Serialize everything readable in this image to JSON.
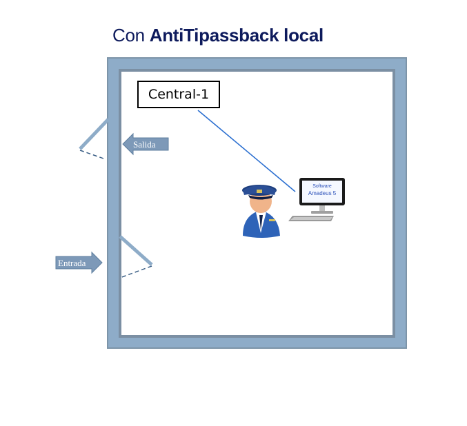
{
  "title": {
    "prefix": "Con",
    "bold": "AntiTipassback local"
  },
  "central": {
    "label": "Central-1"
  },
  "doors": {
    "exit_label": "Salida",
    "entry_label": "Entrada"
  },
  "computer": {
    "line1": "Software",
    "line2": "Amadeus 5"
  },
  "colors": {
    "title": "#0d1a5c",
    "wall": "#8eacc8",
    "arrow": "#7d99b8",
    "connection_line": "#2b6fd0"
  },
  "icons": {
    "guard": "security-guard-icon",
    "computer": "desktop-computer-icon"
  }
}
